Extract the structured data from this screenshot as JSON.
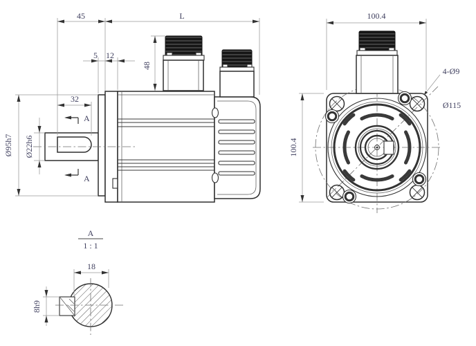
{
  "side_view": {
    "dim_shaft_ext": "45",
    "dim_body_length": "L",
    "dim_5": "5",
    "dim_12": "12",
    "dim_connector_height": "48",
    "dim_keyway_length": "32",
    "dim_pilot_dia": "Ø95h7",
    "dim_shaft_dia": "Ø22h6",
    "section_label_top": "A",
    "section_label_bottom": "A"
  },
  "front_view": {
    "dim_width": "100.4",
    "dim_height": "100.4",
    "label_mounting_holes": "4-Ø9",
    "label_bolt_circle": "Ø115"
  },
  "section_view": {
    "title": "A",
    "scale": "1 : 1",
    "dim_shaft_width": "18",
    "dim_key": "8h9"
  },
  "colors": {
    "line": "#2e2e2e",
    "dim_line": "#979797",
    "dim_text": "#3f3f5e",
    "dim_text_L": "#9a8b2d",
    "background": "#ffffff"
  }
}
